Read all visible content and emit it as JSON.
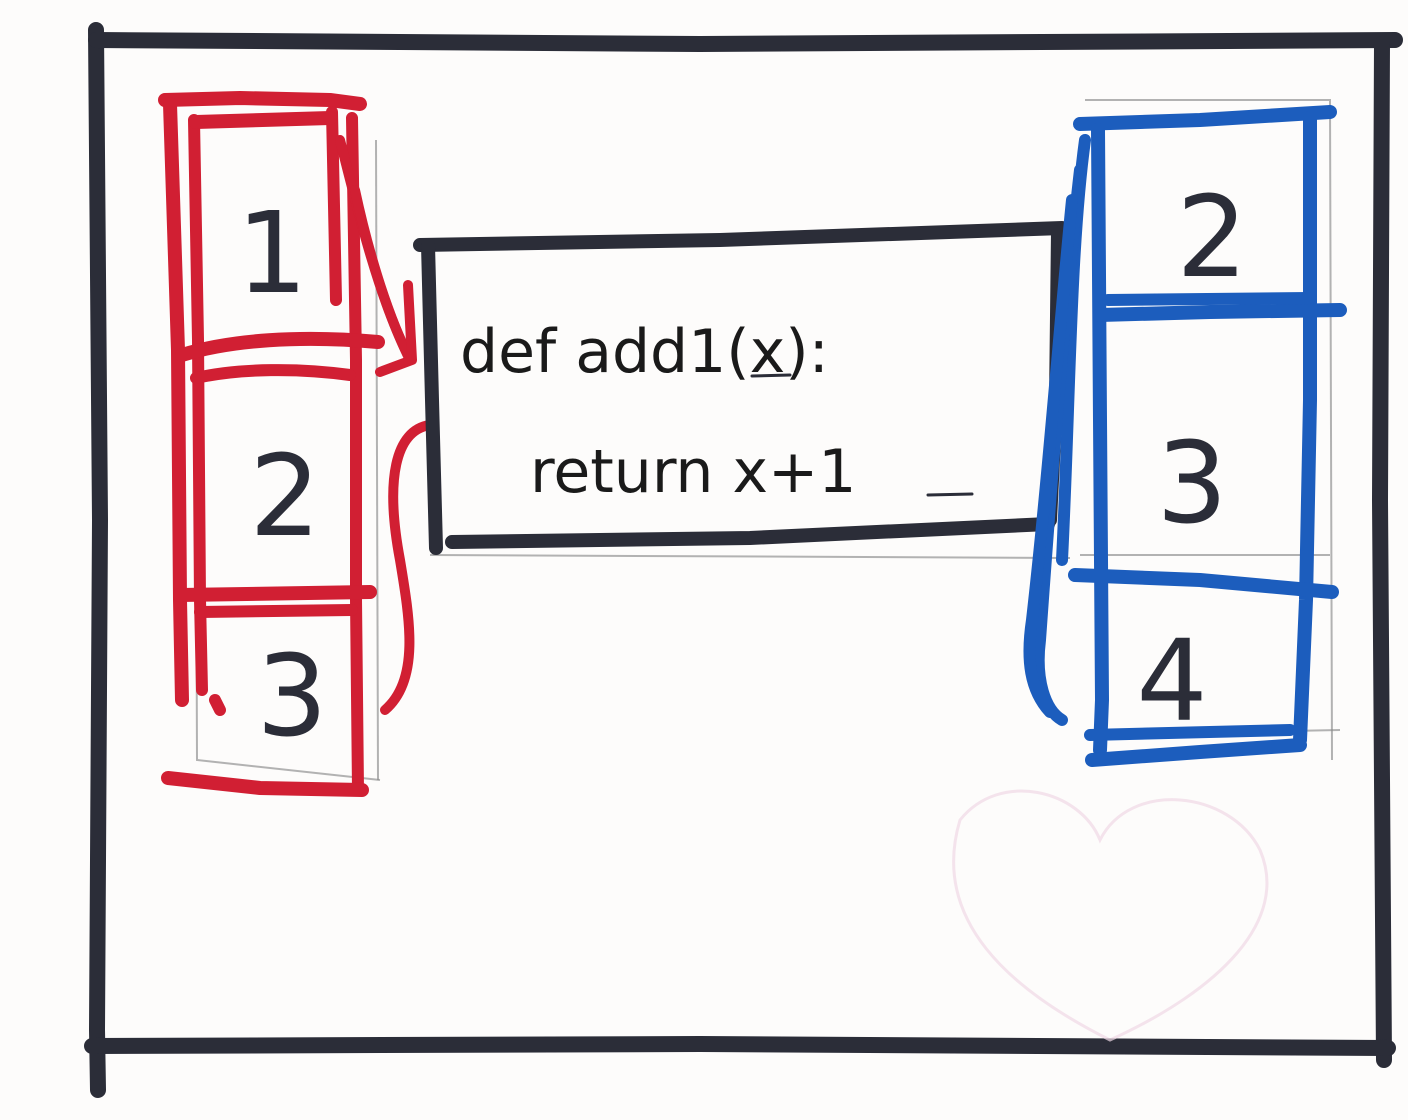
{
  "input_list": {
    "color": "#d11f33",
    "items": [
      "1",
      "2",
      "3"
    ]
  },
  "function_box": {
    "line1": "def add1(x):",
    "line2": "return x+1"
  },
  "output_list": {
    "color": "#1c5dbd",
    "items": [
      "2",
      "3",
      "4"
    ]
  },
  "frame_color": "#2b2d38"
}
